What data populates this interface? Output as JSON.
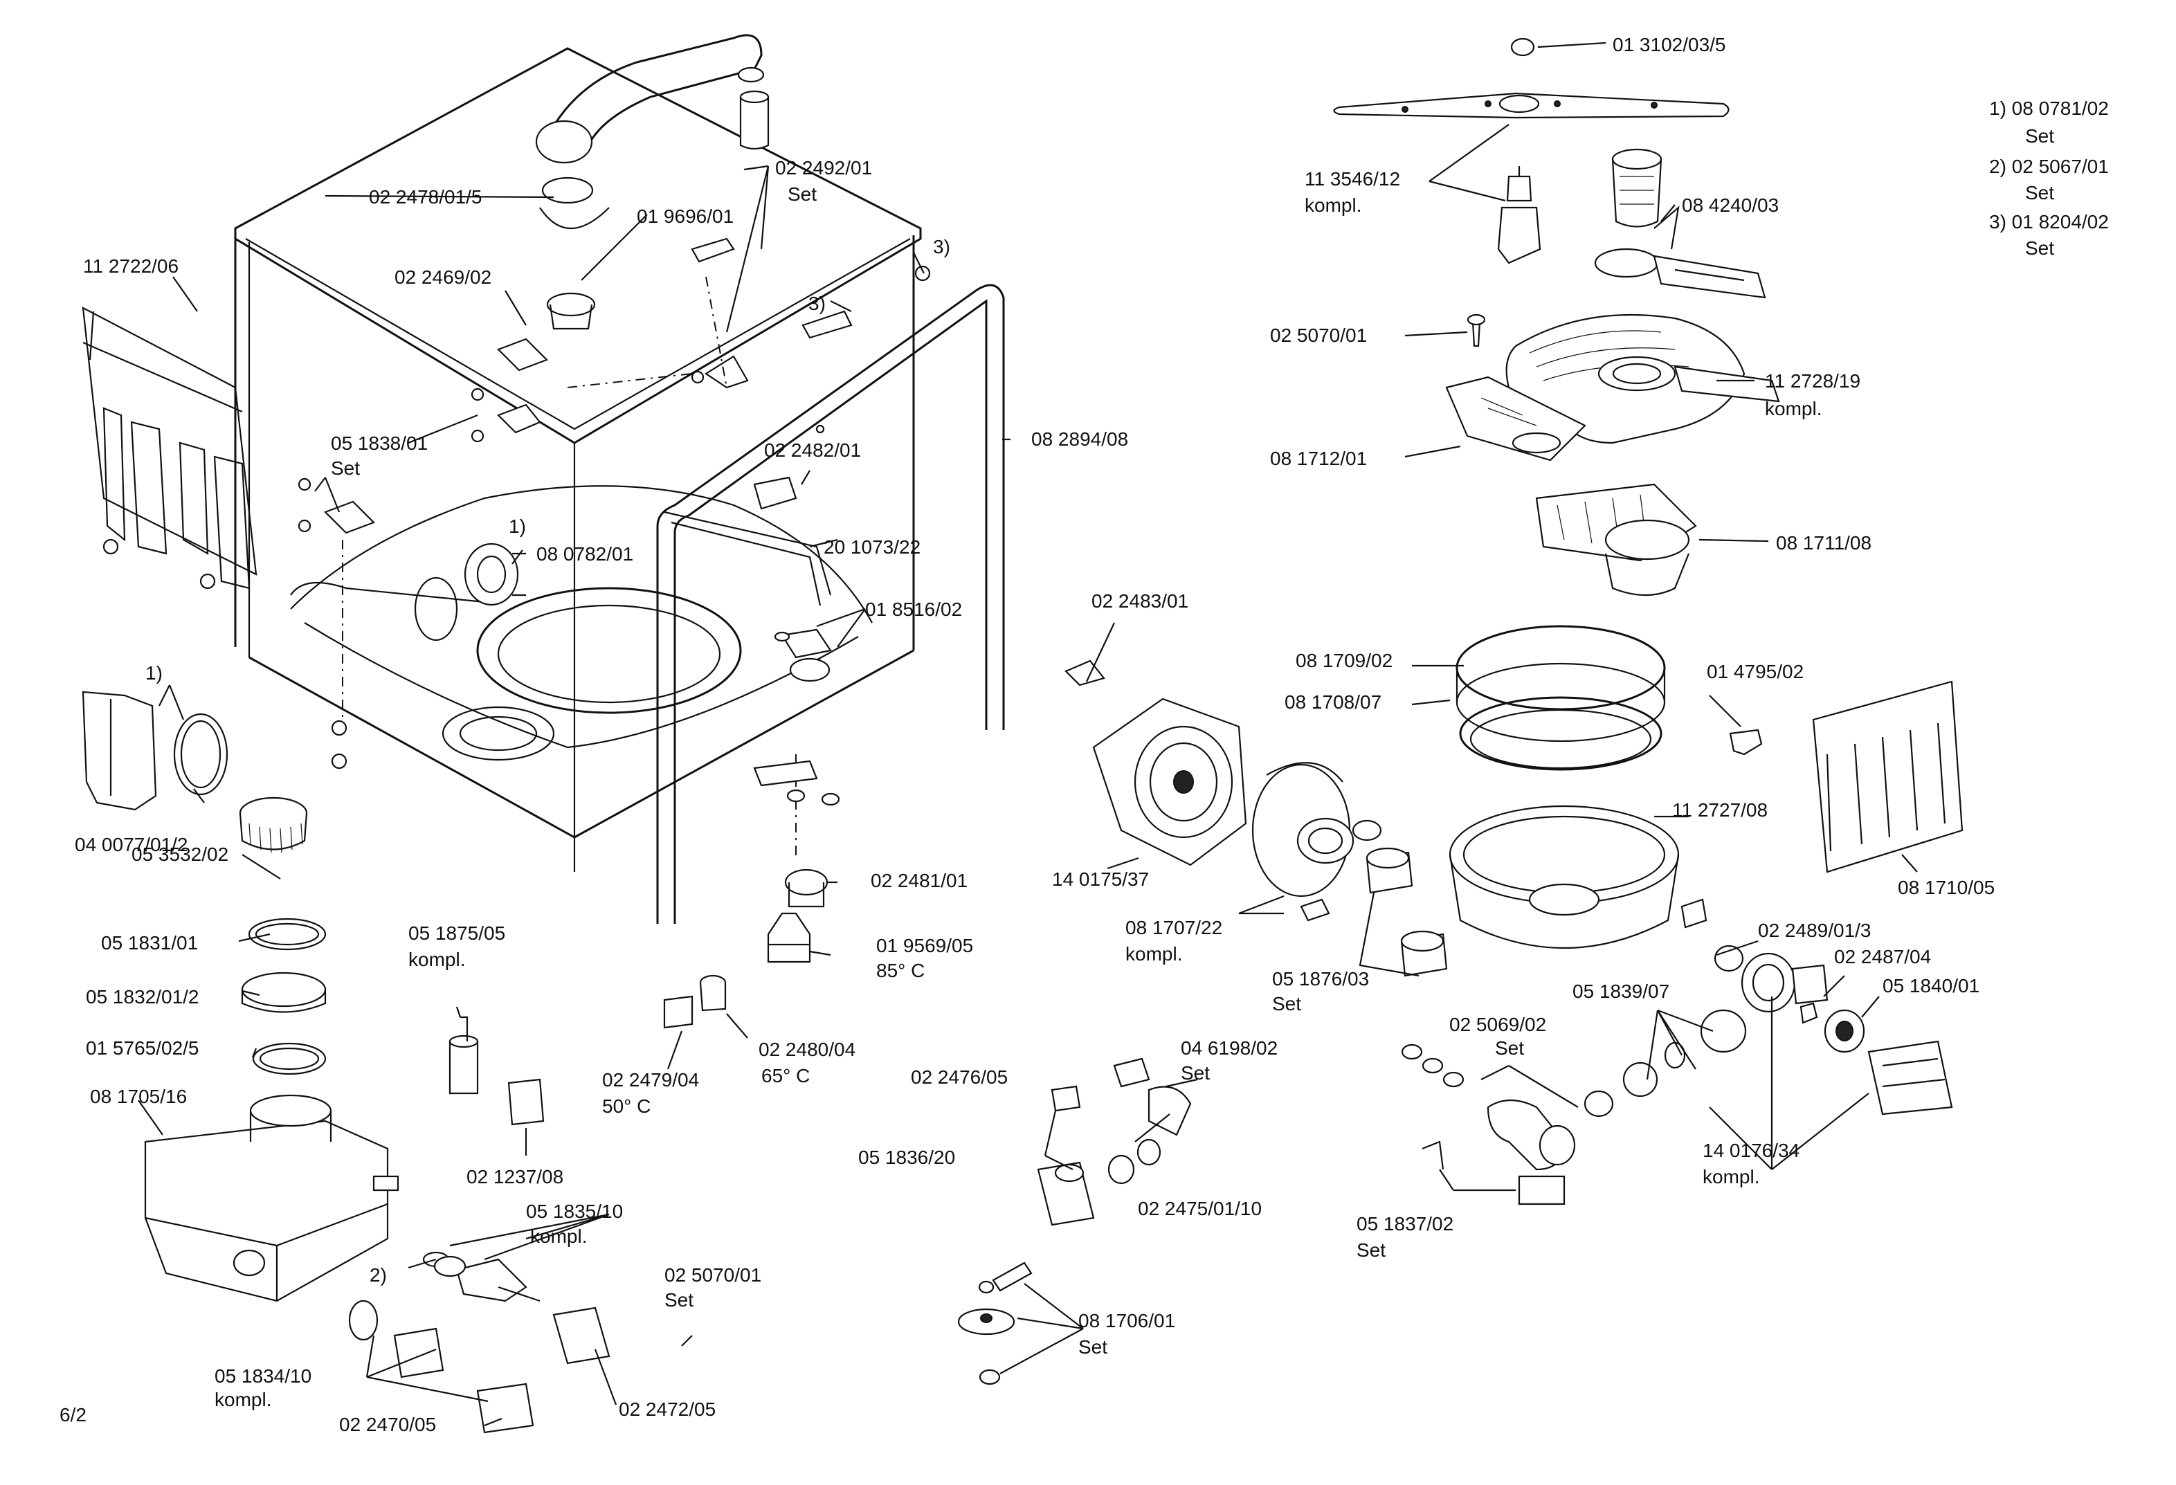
{
  "page_number": "6/2",
  "footnotes": [
    {
      "text": "1) 08 0781/02",
      "set": "Set"
    },
    {
      "text": "2) 02 5067/01",
      "set": "Set"
    },
    {
      "text": "3) 01 8204/02",
      "set": "Set"
    }
  ],
  "labels": [
    {
      "id": "lbl-013102035",
      "text": "01 3102/03/5"
    },
    {
      "id": "lbl-113546",
      "text": "11 3546/12",
      "sub": "kompl."
    },
    {
      "id": "lbl-084240",
      "text": "08 4240/03"
    },
    {
      "id": "lbl-025070a",
      "text": "02 5070/01"
    },
    {
      "id": "lbl-112728",
      "text": "11 2728/19",
      "sub": "kompl."
    },
    {
      "id": "lbl-081712",
      "text": "08 1712/01"
    },
    {
      "id": "lbl-081711",
      "text": "08 1711/08"
    },
    {
      "id": "lbl-112722",
      "text": "11 2722/06"
    },
    {
      "id": "lbl-0224780105",
      "text": "02 2478/01/5"
    },
    {
      "id": "lbl-022492",
      "text": "02 2492/01",
      "sub": "Set"
    },
    {
      "id": "lbl-019696",
      "text": "01 9696/01"
    },
    {
      "id": "lbl-022469",
      "text": "02 2469/02"
    },
    {
      "id": "lbl-fn3a",
      "text": "3)"
    },
    {
      "id": "lbl-fn3b",
      "text": "3)"
    },
    {
      "id": "lbl-082894",
      "text": "08 2894/08"
    },
    {
      "id": "lbl-051838",
      "text": "05 1838/01"
    },
    {
      "id": "lbl-051838set",
      "text": "Set"
    },
    {
      "id": "lbl-022482",
      "text": "02 2482/01"
    },
    {
      "id": "lbl-fn1a",
      "text": "1)"
    },
    {
      "id": "lbl-080782",
      "text": "08 0782/01"
    },
    {
      "id": "lbl-201073",
      "text": "20 1073/22"
    },
    {
      "id": "lbl-018516",
      "text": "01 8516/02"
    },
    {
      "id": "lbl-022483",
      "text": "02 2483/01"
    },
    {
      "id": "lbl-081709",
      "text": "08 1709/02"
    },
    {
      "id": "lbl-081708",
      "text": "08 1708/07"
    },
    {
      "id": "lbl-014795",
      "text": "01 4795/02"
    },
    {
      "id": "lbl-fn1b",
      "text": "1)"
    },
    {
      "id": "lbl-04007701",
      "text": "04 0077/01/2"
    },
    {
      "id": "lbl-053532",
      "text": "05 3532/02"
    },
    {
      "id": "lbl-112727",
      "text": "11 2727/08"
    },
    {
      "id": "lbl-081710",
      "text": "08 1710/05"
    },
    {
      "id": "lbl-140175",
      "text": "14 0175/37"
    },
    {
      "id": "lbl-022481",
      "text": "02 2481/01"
    },
    {
      "id": "lbl-081707",
      "text": "08 1707/22",
      "sub": "kompl."
    },
    {
      "id": "lbl-051831",
      "text": "05 1831/01"
    },
    {
      "id": "lbl-051875",
      "text": "05 1875/05",
      "sub": "kompl."
    },
    {
      "id": "lbl-019569",
      "text": "01 9569/05",
      "sub": "85° C"
    },
    {
      "id": "lbl-02248901",
      "text": "02 2489/01/3"
    },
    {
      "id": "lbl-022487",
      "text": "02 2487/04"
    },
    {
      "id": "lbl-05183201",
      "text": "05 1832/01/2"
    },
    {
      "id": "lbl-051876",
      "text": "05 1876/03",
      "sub": "Set"
    },
    {
      "id": "lbl-051839",
      "text": "05 1839/07"
    },
    {
      "id": "lbl-051840",
      "text": "05 1840/01"
    },
    {
      "id": "lbl-01576502",
      "text": "01 5765/02/5"
    },
    {
      "id": "lbl-025069",
      "text": "02 5069/02",
      "sub": "Set"
    },
    {
      "id": "lbl-022480",
      "text": "02 2480/04",
      "sub": "65° C"
    },
    {
      "id": "lbl-022479",
      "text": "02 2479/04",
      "sub": "50° C"
    },
    {
      "id": "lbl-046198",
      "text": "04 6198/02",
      "sub": "Set"
    },
    {
      "id": "lbl-022476",
      "text": "02 2476/05"
    },
    {
      "id": "lbl-081705",
      "text": "08 1705/16"
    },
    {
      "id": "lbl-021237",
      "text": "02 1237/08"
    },
    {
      "id": "lbl-051836",
      "text": "05 1836/20"
    },
    {
      "id": "lbl-140176",
      "text": "14 0176/34",
      "sub": "kompl."
    },
    {
      "id": "lbl-022475",
      "text": "02 2475/01/10"
    },
    {
      "id": "lbl-051835",
      "text": "05 1835/10",
      "sub": "kompl."
    },
    {
      "id": "lbl-051837",
      "text": "05 1837/02",
      "sub": "Set"
    },
    {
      "id": "lbl-fn2",
      "text": "2)"
    },
    {
      "id": "lbl-025070b",
      "text": "02 5070/01",
      "sub": "Set"
    },
    {
      "id": "lbl-081706",
      "text": "08 1706/01",
      "sub": "Set"
    },
    {
      "id": "lbl-051834",
      "text": "05 1834/10",
      "sub": "kompl."
    },
    {
      "id": "lbl-022470",
      "text": "02 2470/05"
    },
    {
      "id": "lbl-022472",
      "text": "02 2472/05"
    }
  ]
}
